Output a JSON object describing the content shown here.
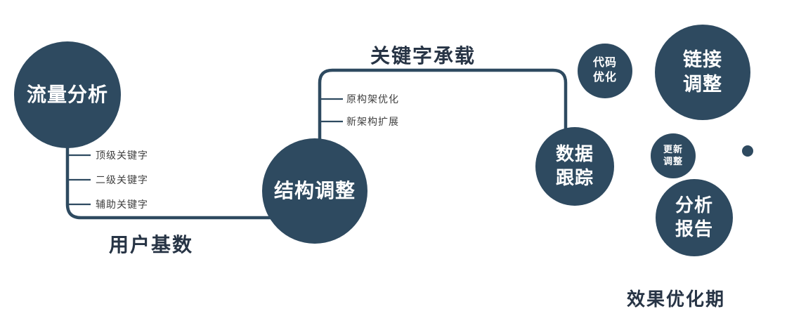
{
  "colors": {
    "node_fill": "#2e4a60",
    "node_text": "#ffffff",
    "line_color": "#2e4a60",
    "big_label": "#273445",
    "small_label": "#3f3f3f"
  },
  "nodes": {
    "traffic_analysis": {
      "label": "流量分析"
    },
    "structure_adjustment": {
      "label": "结构调整"
    },
    "data_tracking": {
      "label": "数据\n跟踪"
    },
    "code_optimization": {
      "label": "代码\n优化"
    },
    "link_adjustment": {
      "label": "链接\n调整"
    },
    "update_adjustment": {
      "label": "更新\n调整"
    },
    "analysis_report": {
      "label": "分析\n报告"
    }
  },
  "branch_labels": {
    "traffic": [
      "顶级关键字",
      "二级关键字",
      "辅助关键字"
    ],
    "structure": [
      "原构架优化",
      "新架构扩展"
    ]
  },
  "edge_labels": {
    "user_base": "用户基数",
    "keyword_bearing": "关键字承载"
  },
  "footer": {
    "label": "效果优化期"
  }
}
